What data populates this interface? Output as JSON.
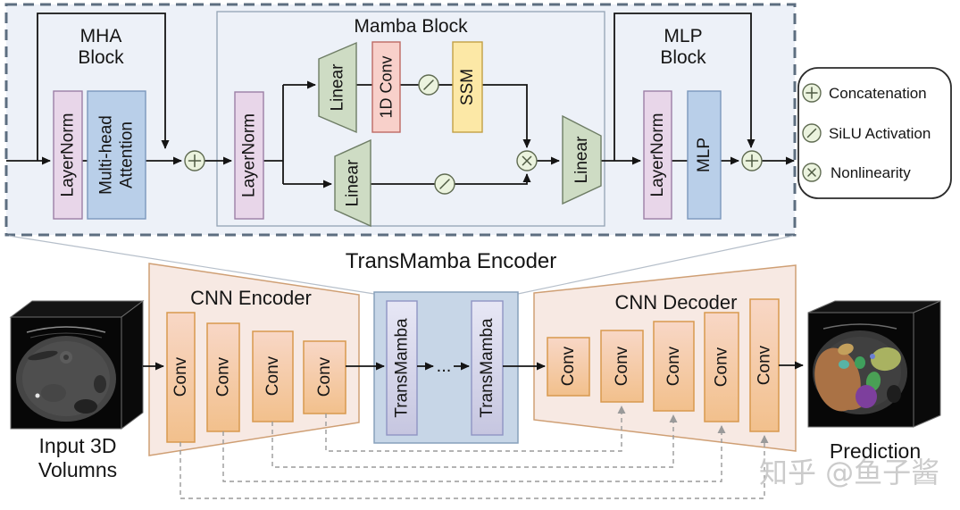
{
  "diagram": {
    "detail": {
      "mha_block": {
        "title_lines": [
          "MHA",
          "Block"
        ],
        "layernorm_label": "LayerNorm",
        "attention_lines": [
          "Multi-head",
          "Attention"
        ]
      },
      "mamba_block": {
        "title": "Mamba Block",
        "layernorm_label": "LayerNorm",
        "linear_label": "Linear",
        "conv1d_label": "1D Conv",
        "ssm_label": "SSM"
      },
      "mlp_block": {
        "title_lines": [
          "MLP",
          "Block"
        ],
        "layernorm_label": "LayerNorm",
        "mlp_label": "MLP"
      }
    },
    "legend": {
      "items": [
        {
          "symbol": "plus-circle",
          "label": "Concatenation"
        },
        {
          "symbol": "slash-circle",
          "label": "SiLU Activation"
        },
        {
          "symbol": "cross-circle",
          "label": "Nonlinearity"
        }
      ]
    },
    "overview": {
      "title": "TransMamba Encoder",
      "input_label_lines": [
        "Input 3D",
        "Volumns"
      ],
      "cnn_encoder": {
        "title": "CNN Encoder",
        "num_convs": 4
      },
      "transmamba": {
        "block_label": "TransMamba",
        "ellipsis": "...",
        "num_blocks_shown": 2
      },
      "cnn_decoder": {
        "title": "CNN Decoder",
        "num_convs": 5
      },
      "conv_label": "Conv",
      "prediction_label": "Prediction"
    },
    "watermark": "知乎 @鱼子酱",
    "colors": {
      "dashed_box_fill": "#edf1f8",
      "dashed_box_border": "#5d6e80",
      "layernorm_fill": "#e8d6e9",
      "attention_mlp_fill": "#b9cfe9",
      "linear_fill": "#cedcc4",
      "conv1d_fill": "#f8d0ca",
      "ssm_fill": "#fce8a6",
      "operator_circle_fill": "#ebf3de",
      "conv_fill_top": "#f8d7c6",
      "conv_fill_bottom": "#f2c08c",
      "cnn_trapezoid_fill": "#f7e9e3",
      "transmamba_outer_fill": "#c7d6e7",
      "transmamba_inner_fill": "#d9d9ef",
      "skip_dash_color": "#9a9a9a"
    }
  }
}
